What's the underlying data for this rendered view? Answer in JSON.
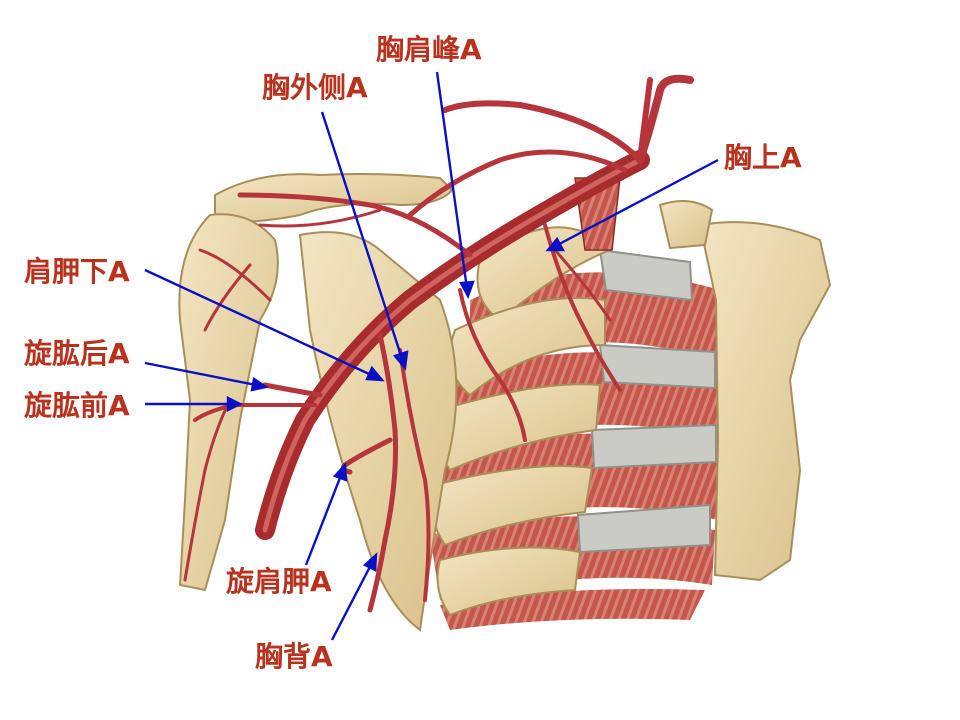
{
  "labels": {
    "thoracoacromial": "胸肩峰A",
    "lateral_thoracic": "胸外侧A",
    "superior_thoracic": "胸上A",
    "subscapular": "肩胛下A",
    "posterior_circumflex_humeral": "旋肱后A",
    "anterior_circumflex_humeral": "旋肱前A",
    "circumflex_scapular": "旋肩胛A",
    "thoracodorsal": "胸背A"
  },
  "colors": {
    "label_text": "#b8321e",
    "leader_line": "#0a10c8",
    "bone": "#e9d9ad",
    "bone_shadow": "#c9b27c",
    "artery": "#c0393a",
    "artery_highlight": "#e07a74",
    "muscle": "#c4564a",
    "muscle_stripe": "#e7a89a",
    "cartilage": "#c9cbc4"
  }
}
